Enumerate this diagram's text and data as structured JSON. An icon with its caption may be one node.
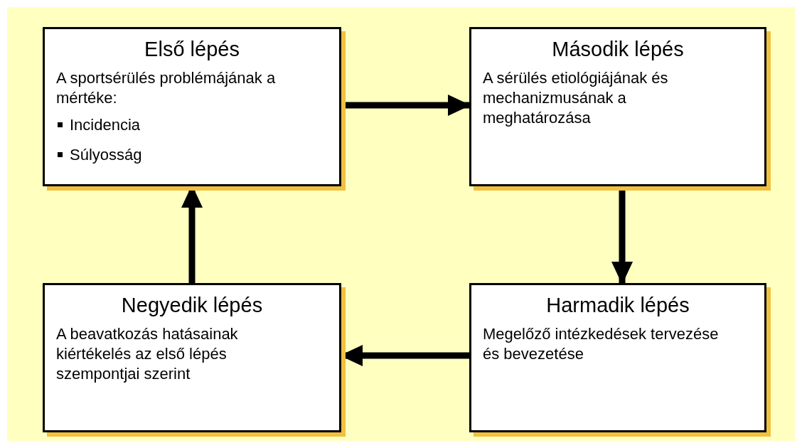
{
  "diagram": {
    "nodes": [
      {
        "text": [
          "Első lépés",
          "A sportsérülés problémájának a mértéke:",
          "Incidencia",
          "Súlyosság"
        ]
      },
      {
        "text": [
          "Második lépés",
          "A sérülés etiológiájának és mechanizmusának a meghatározása"
        ]
      },
      {
        "text": [
          "Harmadik lépés",
          "Megelőző intézkedések tervezése és bevezetése"
        ]
      },
      {
        "text": [
          "Negyedik lépés",
          "A beavatkozás hatásainak kiértékelés az első lépés szempontjai szerint"
        ]
      }
    ],
    "edges": [
      {
        "from": 0,
        "to": 1,
        "arrow": "to"
      },
      {
        "from": 1,
        "to": 2,
        "arrow": "to"
      },
      {
        "from": 2,
        "to": 3,
        "arrow": "to"
      },
      {
        "from": 3,
        "to": 0,
        "arrow": "to"
      }
    ]
  }
}
